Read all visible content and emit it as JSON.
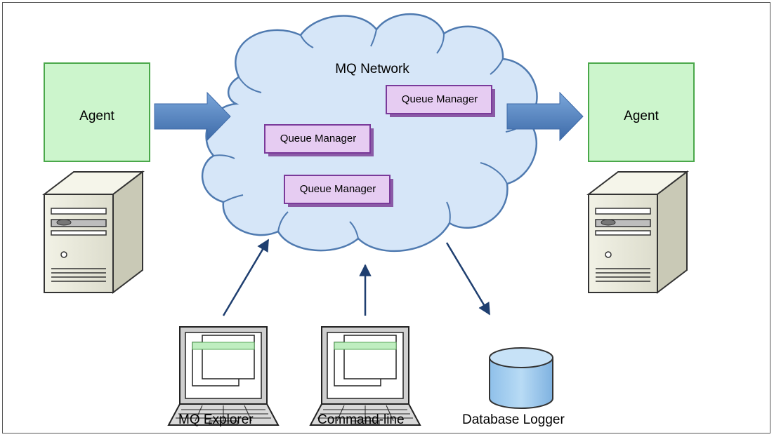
{
  "network": {
    "label": "MQ Network"
  },
  "queue_managers": [
    {
      "label": "Queue Manager"
    },
    {
      "label": "Queue Manager"
    },
    {
      "label": "Queue Manager"
    }
  ],
  "agents": [
    {
      "label": "Agent"
    },
    {
      "label": "Agent"
    }
  ],
  "clients": [
    {
      "label": "MQ Explorer"
    },
    {
      "label": "Command-line"
    },
    {
      "label": "Database Logger"
    }
  ],
  "colors": {
    "agent_fill": "#ccf5cc",
    "agent_border": "#4aa84a",
    "cloud_fill": "#d6e6f8",
    "cloud_border": "#4f7ab0",
    "queue_manager_fill": "#e6ccf2",
    "queue_manager_border": "#7a3a9a",
    "arrow_fill": "#4f7fbf",
    "connector": "#1f3f70",
    "database_fill": "#a9d0f0"
  }
}
